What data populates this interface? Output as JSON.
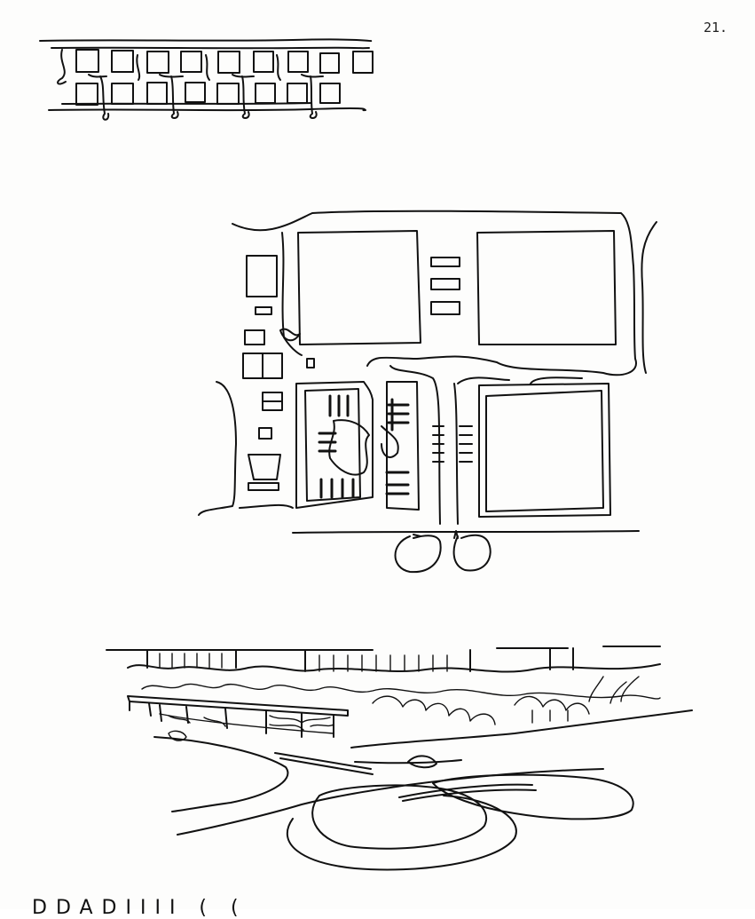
{
  "page": {
    "number": "21.",
    "caption": "DDADIIII        (              (   "
  },
  "figures": {
    "top": {
      "icon": "row-of-houses-sketch"
    },
    "middle": {
      "icon": "site-plan-sketch"
    },
    "bottom": {
      "icon": "perspective-sketch"
    }
  },
  "colors": {
    "ink": "#111111",
    "paper": "#fdfdfc"
  }
}
